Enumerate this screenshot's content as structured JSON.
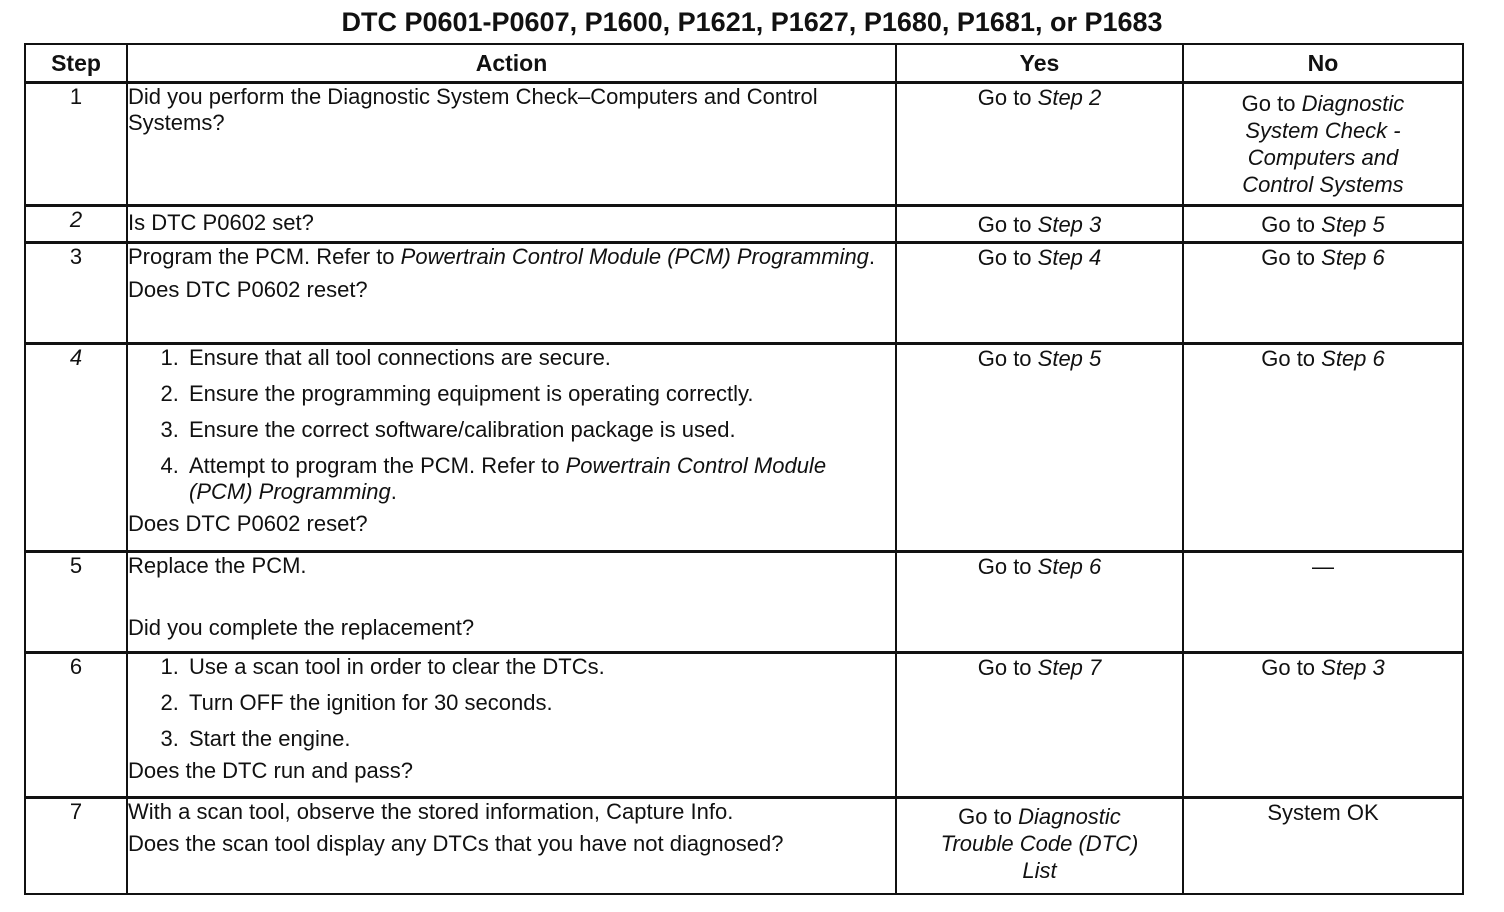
{
  "title": "DTC P0601-P0607, P1600, P1621, P1627, P1680, P1681, or P1683",
  "headers": {
    "step": "Step",
    "action": "Action",
    "yes": "Yes",
    "no": "No"
  },
  "rows": [
    {
      "step": "1",
      "action_text": "Did you perform the Diagnostic System Check–Computers and Control Systems?",
      "yes_prefix": "Go to ",
      "yes_ref": "Step 2",
      "no_prefix": "Go to ",
      "no_ref": "Diagnostic System Check - Computers and Control Systems"
    },
    {
      "step": "2",
      "action_text": "Is DTC P0602 set?",
      "yes_prefix": "Go to ",
      "yes_ref": "Step 3",
      "no_prefix": "Go to ",
      "no_ref": "Step 5"
    },
    {
      "step": "3",
      "action_intro": "Program the PCM. Refer to ",
      "action_ref": "Powertrain Control Module (PCM) Programming",
      "action_end": ".",
      "action_question": "Does DTC P0602 reset?",
      "yes_prefix": "Go to ",
      "yes_ref": "Step 4",
      "no_prefix": "Go to ",
      "no_ref": "Step 6"
    },
    {
      "step": "4",
      "list": [
        "Ensure that all tool connections are secure.",
        "Ensure the programming equipment is operating correctly.",
        "Ensure the correct software/calibration package is used."
      ],
      "list_item4_text": "Attempt to program the PCM. Refer to ",
      "list_item4_ref": "Powertrain Control Module (PCM) Programming",
      "list_item4_end": ".",
      "action_question": "Does DTC P0602 reset?",
      "yes_prefix": "Go to ",
      "yes_ref": "Step 5",
      "no_prefix": "Go to ",
      "no_ref": "Step 6"
    },
    {
      "step": "5",
      "action_intro": "Replace the PCM.",
      "action_question": "Did you complete the replacement?",
      "yes_prefix": "Go to ",
      "yes_ref": "Step 6",
      "no_text": "—"
    },
    {
      "step": "6",
      "list": [
        "Use a scan tool in order to clear the DTCs.",
        "Turn OFF the ignition for 30 seconds.",
        "Start the engine."
      ],
      "action_question": "Does the DTC run and pass?",
      "yes_prefix": "Go to ",
      "yes_ref": "Step 7",
      "no_prefix": "Go to ",
      "no_ref": "Step 3"
    },
    {
      "step": "7",
      "action_intro": "With a scan tool, observe the stored information, Capture Info.",
      "action_question": "Does the scan tool display any DTCs that you have not diagnosed?",
      "yes_prefix": "Go to ",
      "yes_ref": "Diagnostic Trouble Code (DTC) List",
      "no_text": "System OK"
    }
  ]
}
